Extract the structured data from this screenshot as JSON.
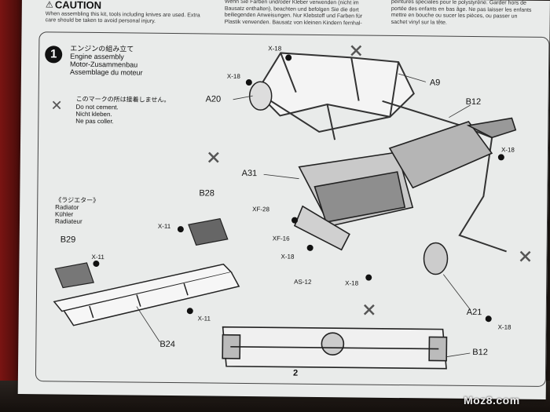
{
  "caution": {
    "title": "CAUTION",
    "text": "When assembling this kit, tools including knives are used. Extra care should be taken to avoid personal injury."
  },
  "german_note": "Wenn Sie Farben und/oder Kleber verwenden (nicht im Bausatz enthalten), beachten und befolgen Sie die dort beiliegenden Anweisungen. Nur Klebstoff und Farben für Plastik verwenden. Bausatz von kleinen Kindern fernhal-",
  "french_note": "peintures spéciales pour le polystyrène. Garder hors de portée des enfants en bas âge. Ne pas laisser les enfants mettre en bouche ou sucer les pièces, ou passer un sachet vinyl sur la tête.",
  "step": {
    "number": "1",
    "title_jp": "エンジンの組み立て",
    "title_en": "Engine assembly",
    "title_de": "Motor-Zusammenbau",
    "title_fr": "Assemblage du moteur"
  },
  "glue_note": {
    "jp": "このマークの所は接着しません。",
    "en": "Do not cement.",
    "de": "Nicht kleben.",
    "fr": "Ne pas coller."
  },
  "radiator": {
    "jp": "《ラジエター》",
    "en": "Radiator",
    "de": "Kühler",
    "fr": "Radiateur"
  },
  "part_labels": {
    "a20": "A20",
    "a9": "A9",
    "b12_top": "B12",
    "a31": "A31",
    "b28": "B28",
    "b29": "B29",
    "a21": "A21",
    "b24": "B24",
    "b12_bottom": "B12"
  },
  "fastener_labels": {
    "x18_a": "X-18",
    "x18_b": "X-18",
    "x18_c": "X-18",
    "x18_d": "X-18",
    "x18_e": "X-18",
    "x18_f": "X-18",
    "x11_a": "X-11",
    "x11_b": "X-11",
    "x11_c": "X-11",
    "xf28": "XF-28",
    "xf16": "XF-16",
    "as12": "AS-12"
  },
  "page_number": "2",
  "watermark": "Moz8.com"
}
